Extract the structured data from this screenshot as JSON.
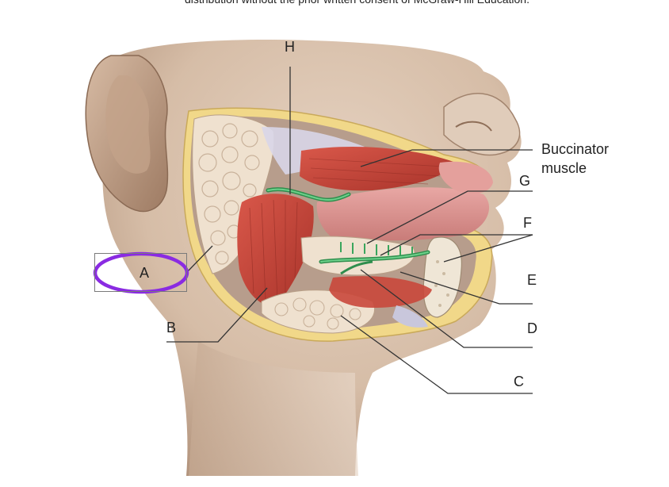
{
  "header": {
    "copyright_fragment": "distribution without the prior written consent of McGraw-Hill Education."
  },
  "labels": {
    "A": "A",
    "B": "B",
    "C": "C",
    "D": "D",
    "E": "E",
    "F": "F",
    "G": "G",
    "H": "H",
    "buccinator_line1": "Buccinator",
    "buccinator_line2": "muscle"
  },
  "highlight": {
    "target_label": "A",
    "color": "#8a2be2"
  },
  "colors": {
    "skin": "#d9c2ad",
    "skin_shadow": "#a88a72",
    "muscle": "#c9483b",
    "muscle_light": "#e07a68",
    "gland": "#efe1cf",
    "fat_border": "#f1d889",
    "duct": "#3aa55c",
    "leader_line": "#333333"
  }
}
